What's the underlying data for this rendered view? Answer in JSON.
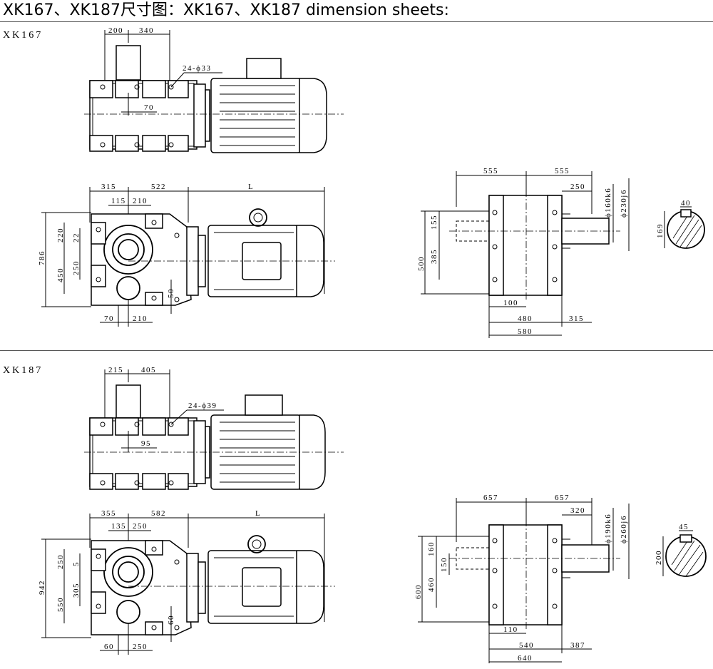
{
  "page": {
    "title": "XK167、XK187尺寸图：XK167、XK187 dimension sheets:"
  },
  "sections": [
    {
      "label": "XK167",
      "top_view": {
        "d1": "200",
        "d2": "340",
        "hole": "24-ϕ33",
        "d3": "70"
      },
      "side_view": {
        "d_a": "315",
        "d_b": "522",
        "d_L": "L",
        "d_c": "115",
        "d_d": "210",
        "v_a": "220",
        "v_b": "22",
        "v_c": "450",
        "v_d": "250",
        "v_e": "786",
        "v_f": "50",
        "b_a": "70",
        "b_b": "210"
      },
      "end_view": {
        "w1": "555",
        "w2": "555",
        "w3": "250",
        "sh1": "ϕ160k6",
        "sh2": "ϕ230j6",
        "h1": "155",
        "h2": "385",
        "h3": "500",
        "b1": "100",
        "b2": "480",
        "b3": "315",
        "b4": "580"
      },
      "shaft_section": {
        "key": "40",
        "dia": "169"
      }
    },
    {
      "label": "XK187",
      "top_view": {
        "d1": "215",
        "d2": "405",
        "hole": "24-ϕ39",
        "d3": "95"
      },
      "side_view": {
        "d_a": "355",
        "d_b": "582",
        "d_L": "L",
        "d_c": "135",
        "d_d": "250",
        "v_a": "250",
        "v_b": "5",
        "v_c": "550",
        "v_d": "305",
        "v_e": "942",
        "v_f": "60",
        "b_a": "60",
        "b_b": "250"
      },
      "end_view": {
        "w1": "657",
        "w2": "657",
        "w3": "320",
        "sh1": "ϕ190k6",
        "sh2": "ϕ260j6",
        "h1": "160",
        "h2": "150",
        "h3": "460",
        "h4": "600",
        "b1": "110",
        "b2": "540",
        "b3": "387",
        "b4": "640"
      },
      "shaft_section": {
        "key": "45",
        "dia": "200"
      }
    }
  ]
}
